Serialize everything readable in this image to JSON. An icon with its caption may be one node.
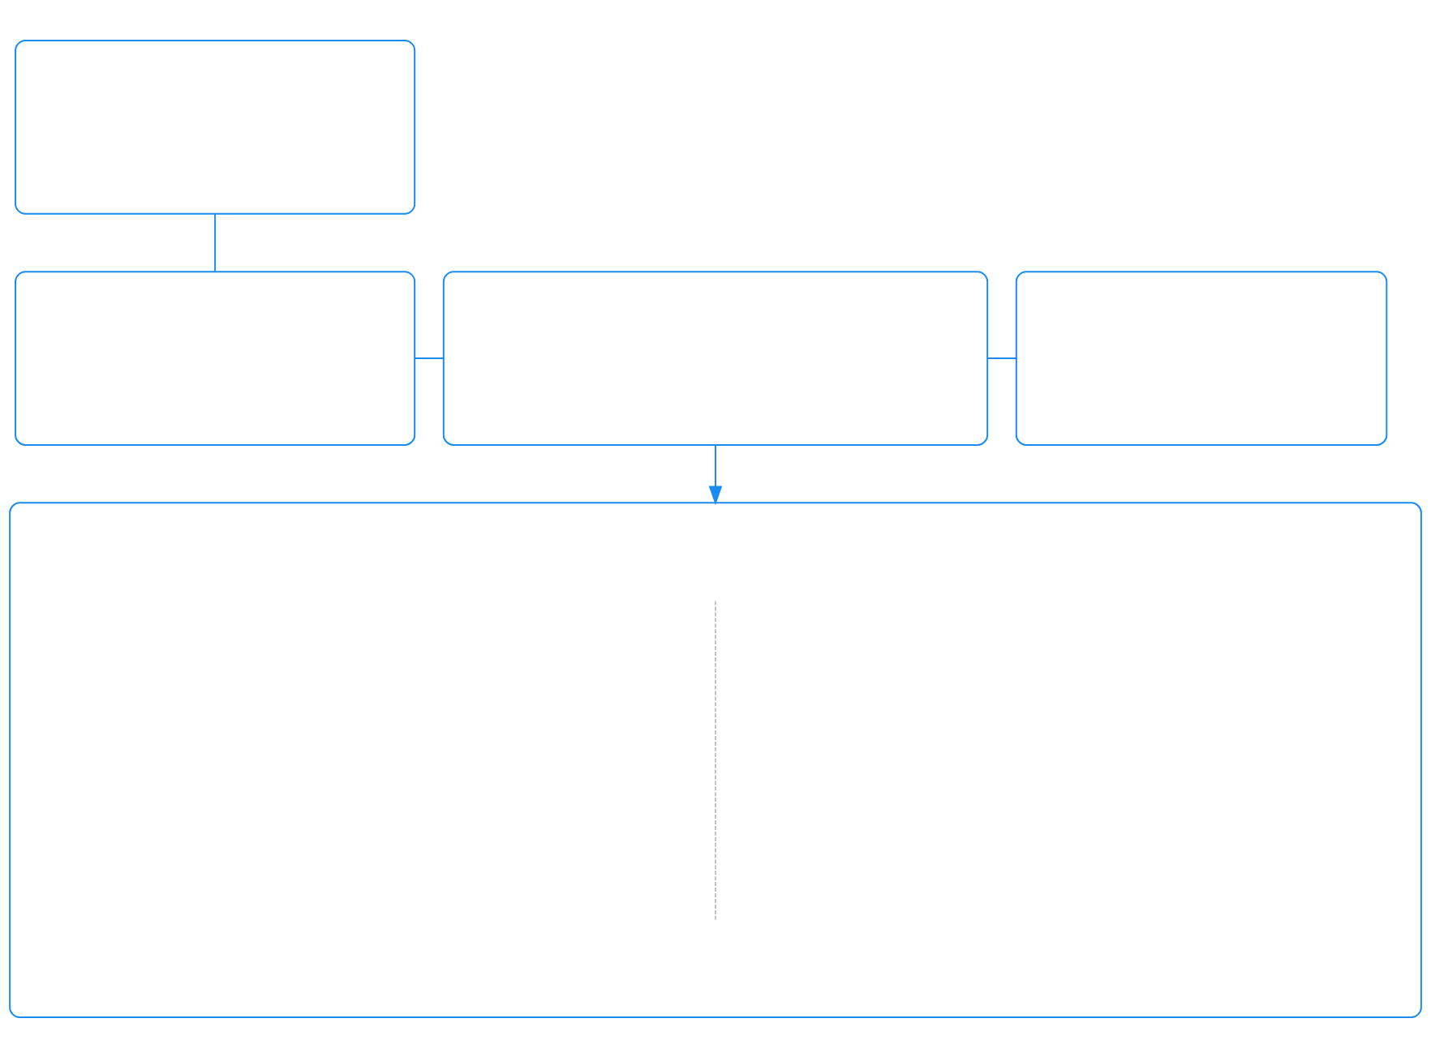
{
  "diagram": {
    "nodes": [
      {
        "text": [],
        "shape": "box"
      },
      {
        "text": [],
        "shape": "box"
      },
      {
        "text": [],
        "shape": "box"
      },
      {
        "text": [],
        "shape": "box"
      },
      {
        "text": [],
        "shape": "box"
      }
    ],
    "edges": [
      {
        "from": 0,
        "to": 1,
        "arrow": "none"
      },
      {
        "from": 1,
        "to": 2,
        "arrow": "none"
      },
      {
        "from": 2,
        "to": 3,
        "arrow": "none"
      },
      {
        "from": 2,
        "to": 4,
        "arrow": "to"
      }
    ]
  }
}
